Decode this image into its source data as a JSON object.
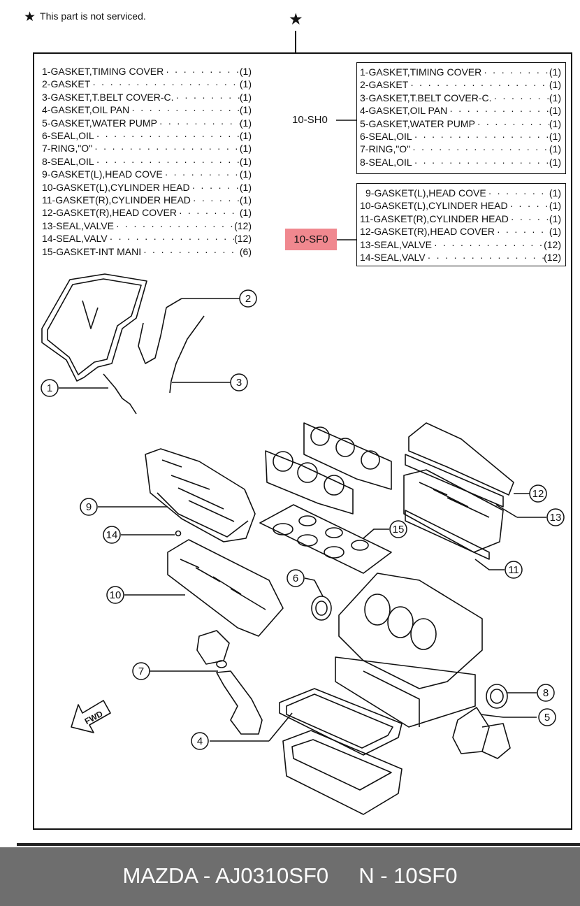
{
  "note": {
    "text": "This part is not serviced."
  },
  "main_list": [
    {
      "name": "1-GASKET,TIMING COVER",
      "qty": "(1)"
    },
    {
      "name": "2-GASKET",
      "qty": "(1)"
    },
    {
      "name": "3-GASKET,T.BELT COVER-C.",
      "qty": "(1)"
    },
    {
      "name": "4-GASKET,OIL PAN",
      "qty": "(1)"
    },
    {
      "name": "5-GASKET,WATER PUMP",
      "qty": "(1)"
    },
    {
      "name": "6-SEAL,OIL",
      "qty": "(1)"
    },
    {
      "name": "7-RING,\"O\"",
      "qty": "(1)"
    },
    {
      "name": "8-SEAL,OIL",
      "qty": "(1)"
    },
    {
      "name": "9-GASKET(L),HEAD COVE",
      "qty": "(1)"
    },
    {
      "name": "10-GASKET(L),CYLINDER HEAD",
      "qty": "(1)"
    },
    {
      "name": "11-GASKET(R),CYLINDER HEAD",
      "qty": "(1)"
    },
    {
      "name": "12-GASKET(R),HEAD COVER",
      "qty": "(1)"
    },
    {
      "name": "13-SEAL,VALVE",
      "qty": "(12)"
    },
    {
      "name": "14-SEAL,VALV",
      "qty": "(12)"
    },
    {
      "name": "15-GASKET-INT MANI",
      "qty": "(6)"
    }
  ],
  "subkit_sh0": {
    "label": "10-SH0",
    "items": [
      {
        "name": "1-GASKET,TIMING COVER",
        "qty": "(1)"
      },
      {
        "name": "2-GASKET",
        "qty": "(1)"
      },
      {
        "name": "3-GASKET,T.BELT COVER-C.",
        "qty": "(1)"
      },
      {
        "name": "4-GASKET,OIL PAN",
        "qty": "(1)"
      },
      {
        "name": "5-GASKET,WATER PUMP",
        "qty": "(1)"
      },
      {
        "name": "6-SEAL,OIL",
        "qty": "(1)"
      },
      {
        "name": "7-RING,\"O\"",
        "qty": "(1)"
      },
      {
        "name": "8-SEAL,OIL",
        "qty": "(1)"
      }
    ]
  },
  "subkit_sf0": {
    "label": "10-SF0",
    "highlight_color": "#f0888f",
    "items": [
      {
        "name": "9-GASKET(L),HEAD COVE",
        "qty": "(1)"
      },
      {
        "name": "10-GASKET(L),CYLINDER HEAD",
        "qty": "(1)"
      },
      {
        "name": "11-GASKET(R),CYLINDER HEAD",
        "qty": "(1)"
      },
      {
        "name": "12-GASKET(R),HEAD COVER",
        "qty": "(1)"
      },
      {
        "name": "13-SEAL,VALVE",
        "qty": "(12)"
      },
      {
        "name": "14-SEAL,VALV",
        "qty": "(12)"
      }
    ]
  },
  "callouts": [
    "1",
    "2",
    "3",
    "4",
    "5",
    "6",
    "7",
    "8",
    "9",
    "10",
    "11",
    "12",
    "13",
    "14",
    "15"
  ],
  "fwd_label": "FWD",
  "footer": {
    "text": "MAZDA - AJ0310SF0     N - 10SF0",
    "bg_color": "#6e6e6e"
  }
}
